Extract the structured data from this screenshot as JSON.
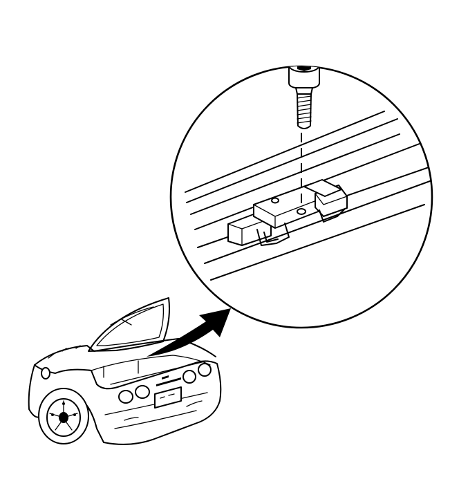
{
  "figure": {
    "colors": {
      "line": "#000000",
      "background": "#ffffff"
    },
    "parts": [
      "detail-circle",
      "bolt",
      "rails",
      "bracket",
      "arrow",
      "vehicle"
    ]
  }
}
